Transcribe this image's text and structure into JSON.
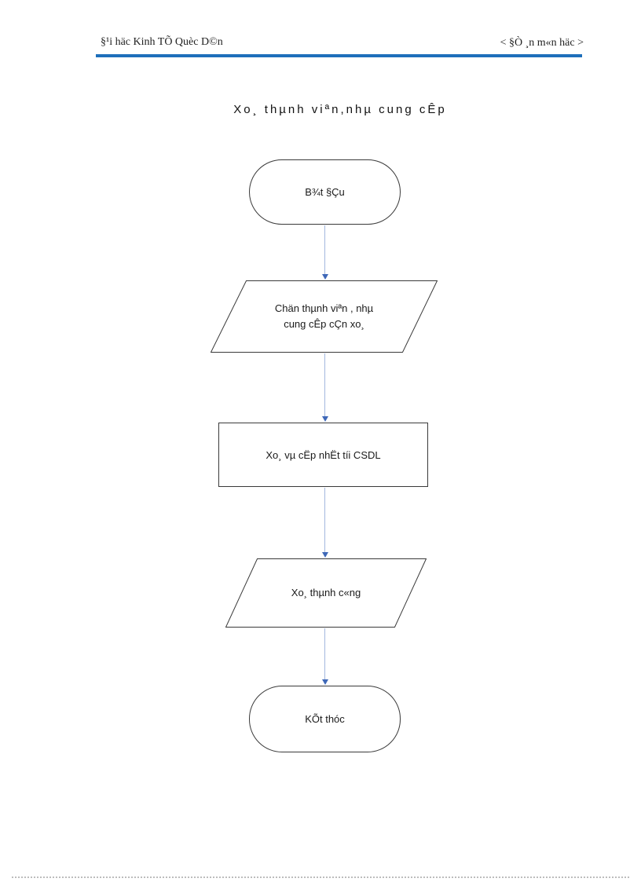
{
  "header": {
    "left_text": "§¹i häc Kinh TÕ Quèc D©n",
    "right_text": "< §Ò ¸n m«n häc >"
  },
  "title": "Xo¸ thµnh viªn,nhµ cung cÊp",
  "flowchart": {
    "start": {
      "shape": "terminator",
      "label": "B¾t §Çu"
    },
    "select": {
      "shape": "parallelogram",
      "line1": "Chän thµnh viªn , nhµ",
      "line2": "cung cÊp cÇn xo¸"
    },
    "update": {
      "shape": "process",
      "label": "Xo¸ vµ cËp nhËt tíi CSDL"
    },
    "result": {
      "shape": "parallelogram",
      "label": "Xo¸ thµnh c«ng"
    },
    "end": {
      "shape": "terminator",
      "label": "KÕt thóc"
    }
  },
  "colors": {
    "header_rule": "#1e6fbb",
    "arrow_line": "#a3b8de",
    "arrow_head": "#3e68b8",
    "shape_border": "#3a3a3a",
    "footer_dots": "#bdbdbd"
  }
}
